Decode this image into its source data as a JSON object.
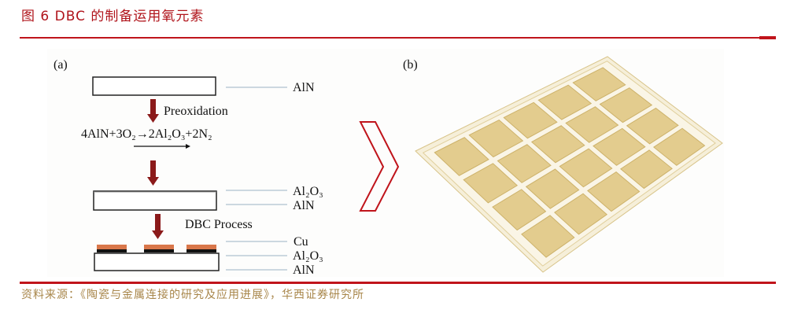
{
  "header": {
    "title": "图 6 DBC 的制备运用氧元素"
  },
  "figure": {
    "panel_a": {
      "label": "(a)",
      "layer_aln": "AlN",
      "step1": "Preoxidation",
      "equation": "4AlN+3O₂→2Al₂O₃+2N₂",
      "layer_al2o3": "Al₂O₃",
      "step2": "DBC Process",
      "layer_cu": "Cu"
    },
    "panel_b": {
      "label": "(b)"
    },
    "colors": {
      "accent": "#c0141b",
      "arrow": "#8b1a1a",
      "copper": "#d9774a",
      "board": "#e3cc8e"
    }
  },
  "footer": {
    "source": "资料来源：《陶瓷与金属连接的研究及应用进展》，华西证券研究所"
  }
}
